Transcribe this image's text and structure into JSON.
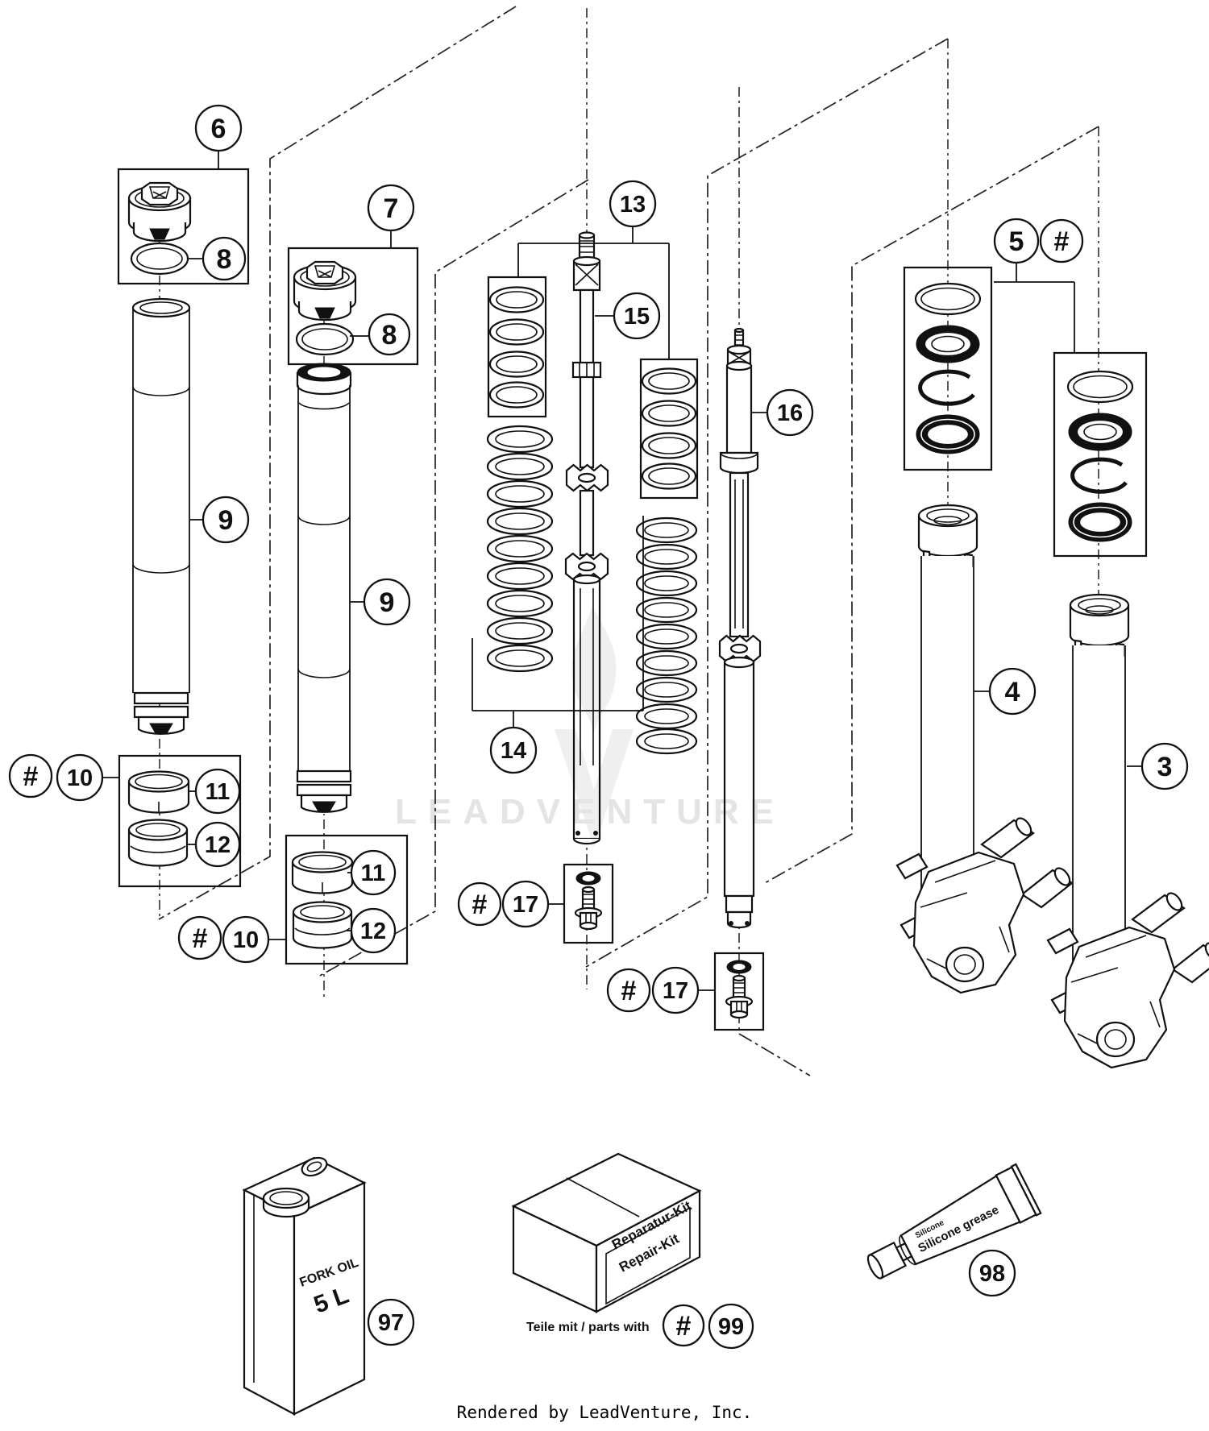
{
  "diagram": {
    "background": "#ffffff",
    "line_color": "#111111",
    "watermark": {
      "text": "LEADVENTURE",
      "color": "#e4e4e4"
    },
    "footer": {
      "text": "Rendered by LeadVenture, Inc."
    },
    "callouts": {
      "c6": "6",
      "c7": "7",
      "c8a": "8",
      "c8b": "8",
      "c9a": "9",
      "c9b": "9",
      "hash_a": "#",
      "c10a": "10",
      "c11a": "11",
      "c12a": "12",
      "hash_b": "#",
      "c10b": "10",
      "c11b": "11",
      "c12b": "12",
      "c13": "13",
      "c14": "14",
      "c15": "15",
      "c16": "16",
      "c5": "5",
      "hash_c": "#",
      "c4": "4",
      "c3": "3",
      "hash_d": "#",
      "c17a": "17",
      "hash_e": "#",
      "c17b": "17",
      "c97": "97",
      "c98": "98",
      "hash_f": "#",
      "c99": "99"
    },
    "products": {
      "fork_oil": {
        "line1": "FORK OIL",
        "line2": "5 L"
      },
      "repair_kit": {
        "line1": "Reparatur-Kit",
        "line2": "Repair-Kit",
        "note": "Teile mit / parts with"
      },
      "grease": {
        "small": "Silicone",
        "label": "Silicone grease"
      }
    }
  }
}
